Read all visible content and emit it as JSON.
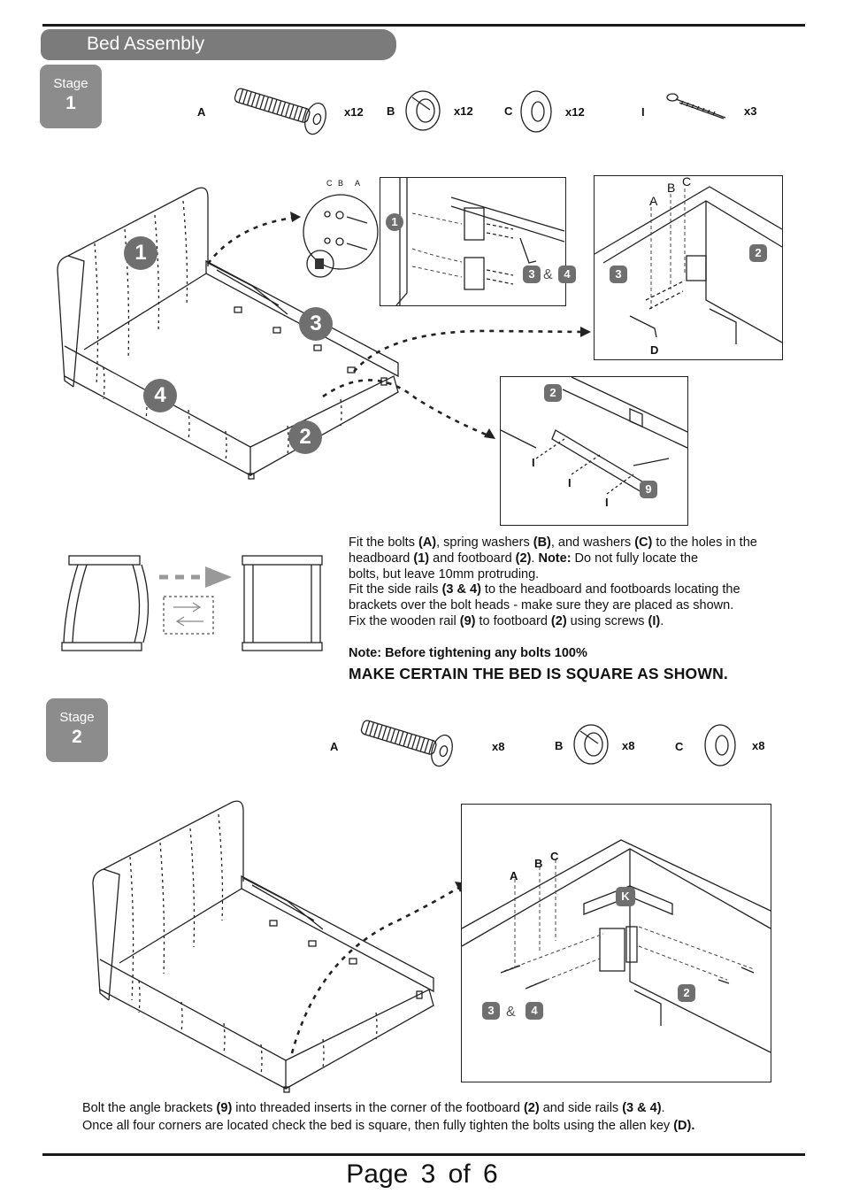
{
  "section": {
    "title": "Bed  Assembly"
  },
  "stage1": {
    "label": "Stage",
    "number": "1",
    "parts": [
      {
        "letter": "A",
        "qty": "x12",
        "icon": "bolt-icon"
      },
      {
        "letter": "B",
        "qty": "x12",
        "icon": "spring-washer-icon"
      },
      {
        "letter": "C",
        "qty": "x12",
        "icon": "washer-icon"
      },
      {
        "letter": "I",
        "qty": "x3",
        "icon": "screw-icon"
      }
    ],
    "callouts": {
      "headboard": "1",
      "side_rail_right": "3",
      "side_rail_left": "4",
      "footboard": "2"
    },
    "small_labels": {
      "c": "C",
      "b": "B",
      "a": "A"
    },
    "detail1": {
      "badge1": "1",
      "badge3": "3",
      "amp": "&",
      "badge4": "4"
    },
    "detail2": {
      "a": "A",
      "b": "B",
      "c": "C",
      "d": "D",
      "badge2": "2",
      "badge3": "3"
    },
    "detail3": {
      "badge2": "2",
      "badge9": "9",
      "i1": "I",
      "i2": "I",
      "i3": "I"
    }
  },
  "instructions": [
    [
      {
        "t": "Fit the bolts "
      },
      {
        "t": "(A)",
        "b": true
      },
      {
        "t": ", spring washers "
      },
      {
        "t": "(B)",
        "b": true
      },
      {
        "t": ", and washers "
      },
      {
        "t": "(C)",
        "b": true
      },
      {
        "t": " to the holes in the"
      }
    ],
    [
      {
        "t": "headboard "
      },
      {
        "t": "(1)",
        "b": true
      },
      {
        "t": " and footboard "
      },
      {
        "t": "(2)",
        "b": true
      },
      {
        "t": ". "
      },
      {
        "t": "Note:",
        "b": true
      },
      {
        "t": " Do not fully locate the"
      }
    ],
    [
      {
        "t": "bolts, but leave 10mm protruding."
      }
    ],
    [
      {
        "t": "Fit the side rails "
      },
      {
        "t": "(3 & 4)",
        "b": true
      },
      {
        "t": " to the headboard and footboards locating the"
      }
    ],
    [
      {
        "t": "brackets over the bolt heads - make sure they are placed as shown."
      }
    ],
    [
      {
        "t": "Fix the wooden rail "
      },
      {
        "t": "(9)",
        "b": true
      },
      {
        "t": " to footboard "
      },
      {
        "t": "(2)",
        "b": true
      },
      {
        "t": " using screws "
      },
      {
        "t": "(I)",
        "b": true
      },
      {
        "t": "."
      }
    ]
  ],
  "note": "Note: Before tightening any bolts 100%",
  "make_certain": "MAKE CERTAIN THE BED IS  SQUARE AS SHOWN.",
  "stage2": {
    "label": "Stage",
    "number": "2",
    "parts": [
      {
        "letter": "A",
        "qty": "x8",
        "icon": "bolt-icon"
      },
      {
        "letter": "B",
        "qty": "x8",
        "icon": "spring-washer-icon"
      },
      {
        "letter": "C",
        "qty": "x8",
        "icon": "washer-icon"
      }
    ],
    "detail": {
      "a": "A",
      "b": "B",
      "c": "C",
      "k": "K",
      "badge2": "2",
      "badge3": "3",
      "amp": "&",
      "badge4": "4"
    }
  },
  "bottom_instructions": [
    [
      {
        "t": "Bolt the angle brackets "
      },
      {
        "t": "(9)",
        "b": true
      },
      {
        "t": " into threaded inserts in the corner of the footboard "
      },
      {
        "t": "(2)",
        "b": true
      },
      {
        "t": " and side rails "
      },
      {
        "t": "(3 & 4)",
        "b": true
      },
      {
        "t": "."
      }
    ],
    [
      {
        "t": "Once all four corners are located check the bed is square, then fully tighten the bolts using the allen key "
      },
      {
        "t": "(D).",
        "b": true
      }
    ]
  ],
  "page": "Page  3  of  6"
}
